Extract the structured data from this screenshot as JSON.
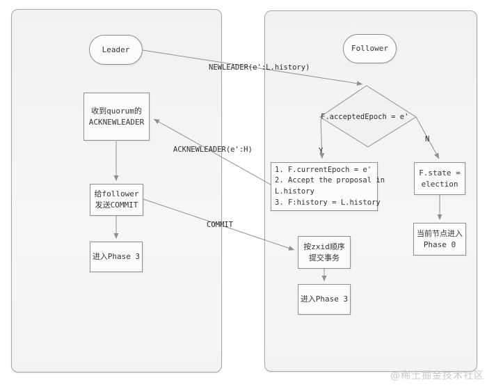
{
  "colors": {
    "line": "#8f8f8f",
    "box_border": "#8f8f8f",
    "panel_border": "#a6a6a6",
    "panel_bg": "#f4f4f4",
    "box_bg": "#fcfcfc",
    "text": "#333333",
    "watermark": "#c9c9c9"
  },
  "lanes": {
    "leader": {
      "title": "Leader"
    },
    "follower": {
      "title": "Follower"
    }
  },
  "nodes": {
    "recv_quorum": {
      "lines": [
        "收到quorum的",
        "ACKNEWLEADER"
      ]
    },
    "send_commit": {
      "lines": [
        "给follower",
        "发送COMMIT"
      ]
    },
    "leader_phase3": {
      "label": "进入Phase 3"
    },
    "accepted_epoch": {
      "label": "F.acceptedEpoch = e'"
    },
    "steps": {
      "lines": [
        "1. F.currentEpoch = e'",
        "2. Accept the proposal in",
        "L.history",
        "3. F:history = L.history"
      ]
    },
    "f_state": {
      "lines": [
        "F.state =",
        "election"
      ]
    },
    "phase0": {
      "lines": [
        "当前节点进入",
        "Phase 0"
      ]
    },
    "zxid": {
      "lines": [
        "按zxid顺序",
        "提交事务"
      ]
    },
    "follower_phase3": {
      "label": "进入Phase 3"
    }
  },
  "edges": {
    "newleader": "NEWLEADER(e':L.history)",
    "acknewleader": "ACKNEWLEADER(e':H)",
    "commit": "COMMIT",
    "yes": "Y",
    "no": "N"
  },
  "watermark": "@稀土掘金技术社区"
}
